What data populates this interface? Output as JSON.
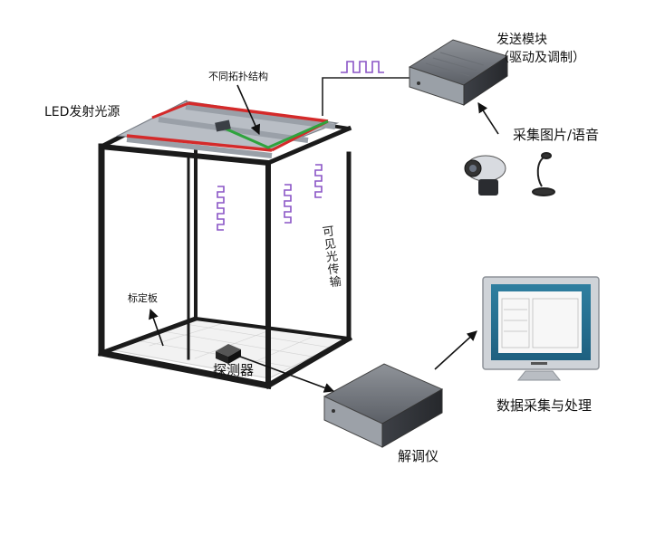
{
  "labels": {
    "led_source": "LED发射光源",
    "topology": "不同拓扑结构",
    "sender_title": "发送模块",
    "sender_sub": "（驱动及调制）",
    "capture": "采集图片/语音",
    "visible_light": "可见光传输",
    "calibration_board": "标定板",
    "detector": "探测器",
    "demodulator": "解调仪",
    "data_processing": "数据采集与处理"
  },
  "colors": {
    "frame": "#1b1b1b",
    "led_strip": "#d42a2a",
    "topology_line": "#2fa33d",
    "signal_wave": "#8a55c6",
    "rail_gray": "#9aa0a8"
  },
  "icons": {
    "sender": "sender-module-box",
    "camera": "webcam-icon",
    "microphone": "microphone-icon",
    "monitor": "monitor-icon",
    "demodulator": "demodulator-box",
    "detector": "detector-block"
  }
}
